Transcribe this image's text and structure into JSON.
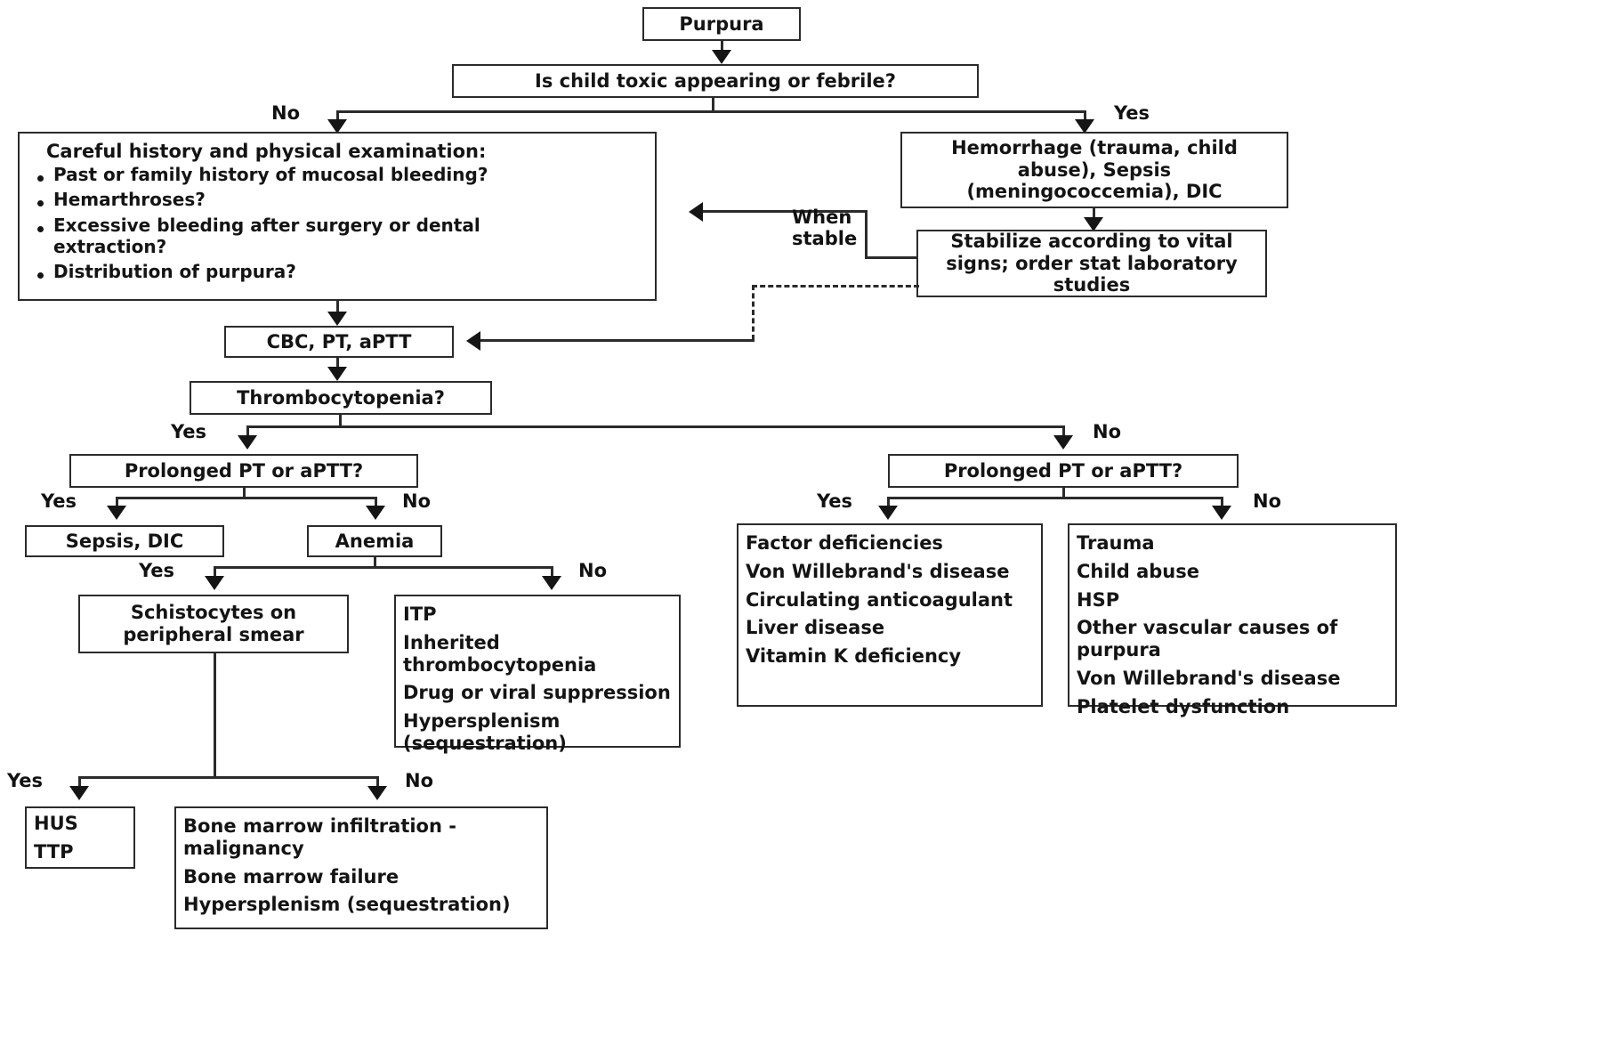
{
  "diagram": {
    "title": "Purpura evaluation algorithm",
    "nodes": {
      "purpura": "Purpura",
      "toxic_q": "Is child toxic appearing or febrile?",
      "history_title": "Careful history and physical examination:",
      "history_items": [
        "Past or family history of mucosal bleeding?",
        "Hemarthroses?",
        "Excessive bleeding after surgery or dental extraction?",
        "Distribution of purpura?"
      ],
      "hemorrhage": "Hemorrhage (trauma, child abuse), Sepsis (meningococcemia), DIC",
      "stabilize": "Stabilize according to vital signs; order stat laboratory studies",
      "cbc": "CBC, PT, aPTT",
      "thrombo_q": "Thrombocytopenia?",
      "prolonged_left": "Prolonged PT or aPTT?",
      "prolonged_right": "Prolonged PT or aPTT?",
      "sepsis_dic": "Sepsis, DIC",
      "anemia": "Anemia",
      "schistocytes": "Schistocytes on peripheral smear",
      "itp_list": [
        "ITP",
        "Inherited thrombocytopenia",
        "Drug or viral suppression",
        "Hypersplenism (sequestration)"
      ],
      "hus_ttp": [
        "HUS",
        "TTP"
      ],
      "bone_marrow_list": [
        "Bone marrow infiltration - malignancy",
        "Bone marrow failure",
        "Hypersplenism (sequestration)"
      ],
      "factor_list": [
        "Factor deficiencies",
        "Von Willebrand's disease",
        "Circulating anticoagulant",
        "Liver disease",
        "Vitamin K deficiency"
      ],
      "trauma_list": [
        "Trauma",
        "Child abuse",
        "HSP",
        "Other vascular causes of purpura",
        "Von Willebrand's disease",
        "Platelet dysfunction"
      ]
    },
    "edge_labels": {
      "toxic_no": "No",
      "toxic_yes": "Yes",
      "when_stable": "When\nstable",
      "thrombo_yes": "Yes",
      "thrombo_no": "No",
      "left_pt_yes": "Yes",
      "left_pt_no": "No",
      "anemia_yes": "Yes",
      "anemia_no": "No",
      "schisto_yes": "Yes",
      "schisto_no": "No",
      "right_pt_yes": "Yes",
      "right_pt_no": "No"
    }
  }
}
